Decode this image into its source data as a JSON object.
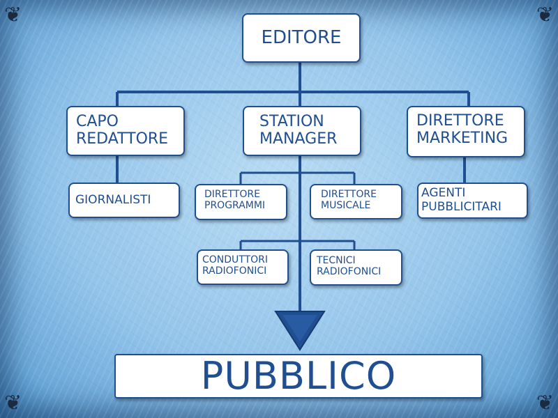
{
  "nodes": {
    "editore": "EDITORE",
    "capo_redattore": [
      "CAPO",
      "REDATTORE"
    ],
    "station_manager": [
      "STATION",
      "MANAGER"
    ],
    "direttore_marketing": [
      "DIRETTORE",
      "MARKETING"
    ],
    "giornalisti": "GIORNALISTI",
    "direttore_programmi": [
      "DIRETTORE",
      "PROGRAMMI"
    ],
    "direttore_musicale": [
      "DIRETTORE",
      "MUSICALE"
    ],
    "agenti_pubblicitari": [
      "AGENTI",
      "PUBBLICITARI"
    ],
    "conduttori_radiofonici": [
      "CONDUTTORI",
      "RADIOFONICI"
    ],
    "tecnici_radiofonici": [
      "TECNICI",
      "RADIOFONICI"
    ],
    "pubblico": "PUBBLICO"
  },
  "colors": {
    "line": "#1f4e91",
    "text": "#1f4e91",
    "box_fill": "#ffffff"
  },
  "decorations": [
    "swirl-ornament-icon"
  ]
}
